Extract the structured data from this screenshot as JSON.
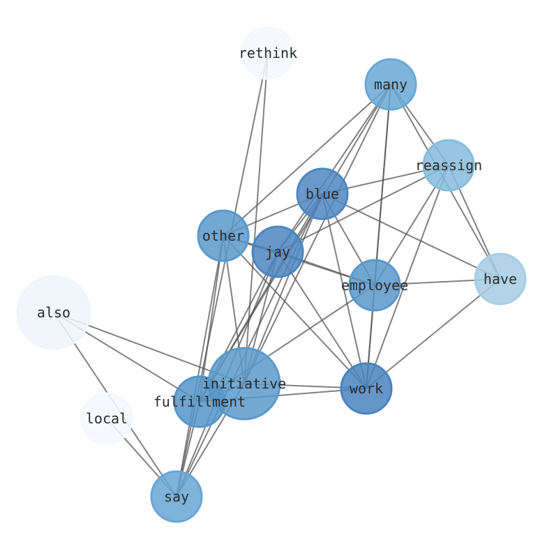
{
  "title": "word co-occurrence network",
  "nodes": [
    {
      "id": "rethink",
      "label": "rethink",
      "color": "#f4f8fe"
    },
    {
      "id": "many",
      "label": "many",
      "color": "#6aa8d5"
    },
    {
      "id": "reassign",
      "label": "reassign",
      "color": "#86bcdd"
    },
    {
      "id": "blue",
      "label": "blue",
      "color": "#4d87c1"
    },
    {
      "id": "other",
      "label": "other",
      "color": "#5a99cb"
    },
    {
      "id": "jay",
      "label": "jay",
      "color": "#4c86c0"
    },
    {
      "id": "employee",
      "label": "employee",
      "color": "#5a98ca"
    },
    {
      "id": "have",
      "label": "have",
      "color": "#a6cde4"
    },
    {
      "id": "also",
      "label": "also",
      "color": "#eef4fd"
    },
    {
      "id": "initiative",
      "label": "initiative",
      "color": "#5b9acb"
    },
    {
      "id": "work",
      "label": "work",
      "color": "#4a84c0"
    },
    {
      "id": "fulfillment",
      "label": "fulfillment",
      "color": "#5596c9"
    },
    {
      "id": "local",
      "label": "local",
      "color": "#f4f8fe"
    },
    {
      "id": "say",
      "label": "say",
      "color": "#69a6d4"
    }
  ],
  "edges": [
    [
      "rethink",
      "say"
    ],
    [
      "rethink",
      "initiative"
    ],
    [
      "many",
      "other"
    ],
    [
      "many",
      "jay"
    ],
    [
      "many",
      "fulfillment"
    ],
    [
      "many",
      "initiative"
    ],
    [
      "many",
      "work"
    ],
    [
      "many",
      "employee"
    ],
    [
      "many",
      "have"
    ],
    [
      "many",
      "reassign"
    ],
    [
      "blue",
      "reassign"
    ],
    [
      "blue",
      "other"
    ],
    [
      "blue",
      "have"
    ],
    [
      "blue",
      "employee"
    ],
    [
      "blue",
      "work"
    ],
    [
      "blue",
      "jay"
    ],
    [
      "blue",
      "say"
    ],
    [
      "blue",
      "fulfillment"
    ],
    [
      "blue",
      "initiative"
    ],
    [
      "reassign",
      "jay"
    ],
    [
      "reassign",
      "employee"
    ],
    [
      "reassign",
      "work"
    ],
    [
      "reassign",
      "have"
    ],
    [
      "other",
      "jay"
    ],
    [
      "other",
      "employee"
    ],
    [
      "other",
      "work"
    ],
    [
      "other",
      "say"
    ],
    [
      "other",
      "fulfillment"
    ],
    [
      "other",
      "initiative"
    ],
    [
      "jay",
      "employee"
    ],
    [
      "jay",
      "work"
    ],
    [
      "jay",
      "say"
    ],
    [
      "jay",
      "fulfillment"
    ],
    [
      "jay",
      "initiative"
    ],
    [
      "employee",
      "have"
    ],
    [
      "employee",
      "work"
    ],
    [
      "employee",
      "fulfillment"
    ],
    [
      "have",
      "work"
    ],
    [
      "also",
      "initiative"
    ],
    [
      "also",
      "fulfillment"
    ],
    [
      "also",
      "say"
    ],
    [
      "local",
      "say"
    ],
    [
      "initiative",
      "work"
    ],
    [
      "fulfillment",
      "work"
    ],
    [
      "initiative",
      "say"
    ],
    [
      "fulfillment",
      "say"
    ],
    [
      "initiative",
      "fulfillment"
    ]
  ]
}
